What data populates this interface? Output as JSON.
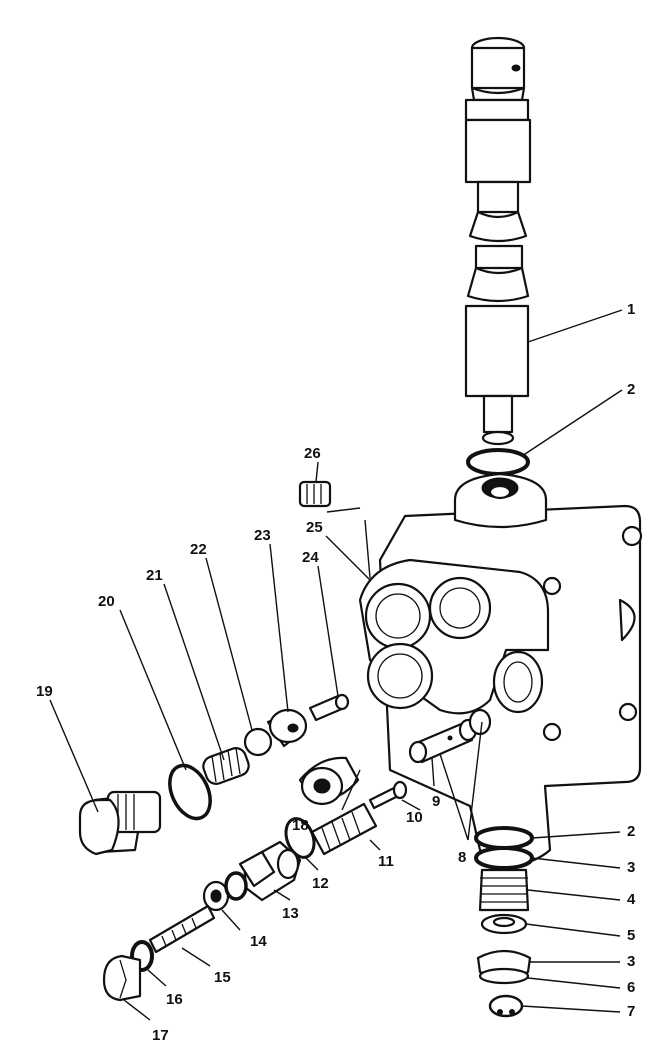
{
  "callouts": [
    {
      "id": "c1",
      "text": "1"
    },
    {
      "id": "c2a",
      "text": "2"
    },
    {
      "id": "c2b",
      "text": "2"
    },
    {
      "id": "c3a",
      "text": "3"
    },
    {
      "id": "c3b",
      "text": "3"
    },
    {
      "id": "c4",
      "text": "4"
    },
    {
      "id": "c5",
      "text": "5"
    },
    {
      "id": "c6",
      "text": "6"
    },
    {
      "id": "c7",
      "text": "7"
    },
    {
      "id": "c8",
      "text": "8"
    },
    {
      "id": "c9",
      "text": "9"
    },
    {
      "id": "c10",
      "text": "10"
    },
    {
      "id": "c11",
      "text": "11"
    },
    {
      "id": "c12",
      "text": "12"
    },
    {
      "id": "c13",
      "text": "13"
    },
    {
      "id": "c14",
      "text": "14"
    },
    {
      "id": "c15",
      "text": "15"
    },
    {
      "id": "c16",
      "text": "16"
    },
    {
      "id": "c17",
      "text": "17"
    },
    {
      "id": "c18",
      "text": "18"
    },
    {
      "id": "c19",
      "text": "19"
    },
    {
      "id": "c20",
      "text": "20"
    },
    {
      "id": "c21",
      "text": "21"
    },
    {
      "id": "c22",
      "text": "22"
    },
    {
      "id": "c23",
      "text": "23"
    },
    {
      "id": "c24",
      "text": "24"
    },
    {
      "id": "c25",
      "text": "25"
    },
    {
      "id": "c26",
      "text": "26"
    }
  ]
}
